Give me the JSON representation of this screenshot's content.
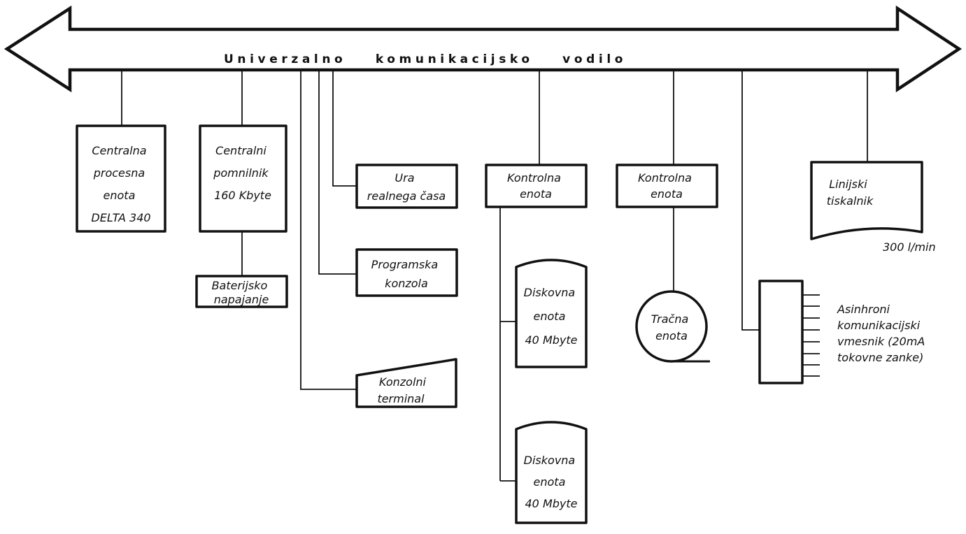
{
  "bus": {
    "label": "Univerzalno komunikacijsko vodilo"
  },
  "nodes": {
    "cpu": {
      "lines": [
        "Centralna",
        "procesna",
        "enota",
        "DELTA 340"
      ]
    },
    "memory": {
      "lines": [
        "Centralni",
        "pomnilnik",
        "160 Kbyte"
      ]
    },
    "battery": {
      "lines": [
        "Baterijsko",
        "napajanje"
      ]
    },
    "clock": {
      "lines": [
        "Ura",
        "realnega časa"
      ]
    },
    "prog_console": {
      "lines": [
        "Programska",
        "konzola"
      ]
    },
    "console_terminal": {
      "lines": [
        "Konzolni",
        "terminal"
      ]
    },
    "disk_controller": {
      "lines": [
        "Kontrolna",
        "enota"
      ]
    },
    "disk1": {
      "lines": [
        "Diskovna",
        "enota",
        "40 Mbyte"
      ]
    },
    "disk2": {
      "lines": [
        "Diskovna",
        "enota",
        "40 Mbyte"
      ]
    },
    "tape_controller": {
      "lines": [
        "Kontrolna",
        "enota"
      ]
    },
    "tape": {
      "lines": [
        "Tračna",
        "enota"
      ]
    },
    "printer": {
      "lines": [
        "Linijski",
        "tiskalnik"
      ],
      "speed": "300 l/min"
    },
    "async": {
      "lines": [
        "Asinhroni",
        "komunikacijski",
        "vmesnik (20mA",
        "tokovne zanke)"
      ]
    }
  }
}
